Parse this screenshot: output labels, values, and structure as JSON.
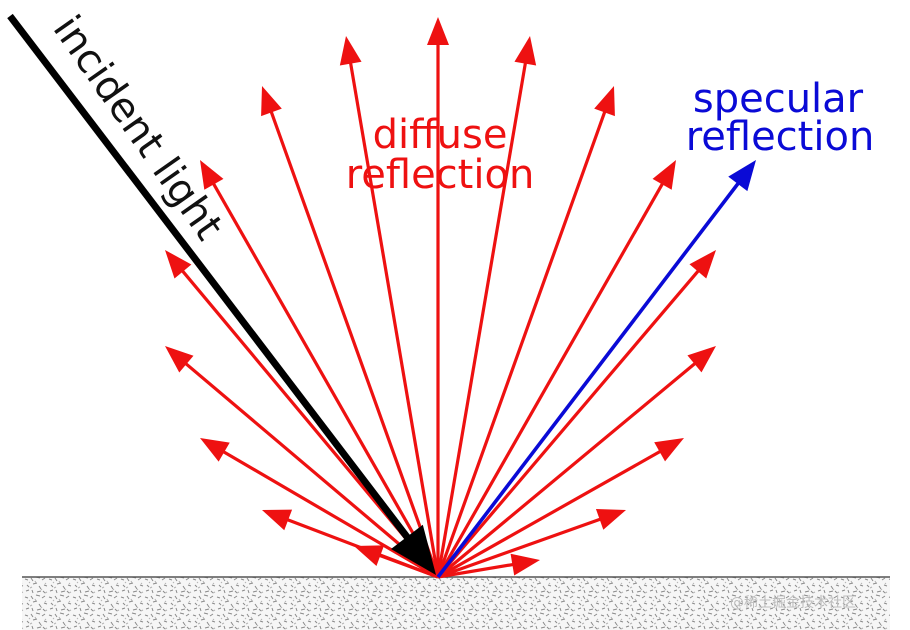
{
  "labels": {
    "incident": "incident light",
    "diffuse_line1": "diffuse",
    "diffuse_line2": "reflection",
    "specular_line1": "specular",
    "specular_line2": "reflection"
  },
  "watermark": "@稀土掘金技术社区",
  "colors": {
    "diffuse": "#ee1111",
    "specular": "#0a0ad6",
    "incident": "#000000",
    "surface_base": "#f6f6f6",
    "surface_grain": "#8a8a8a",
    "background": "#ffffff"
  },
  "arrows": {
    "diffuse_count": 17,
    "incident_angle_deg_from_normal": 35,
    "specular_angle_deg_from_normal": 35
  }
}
